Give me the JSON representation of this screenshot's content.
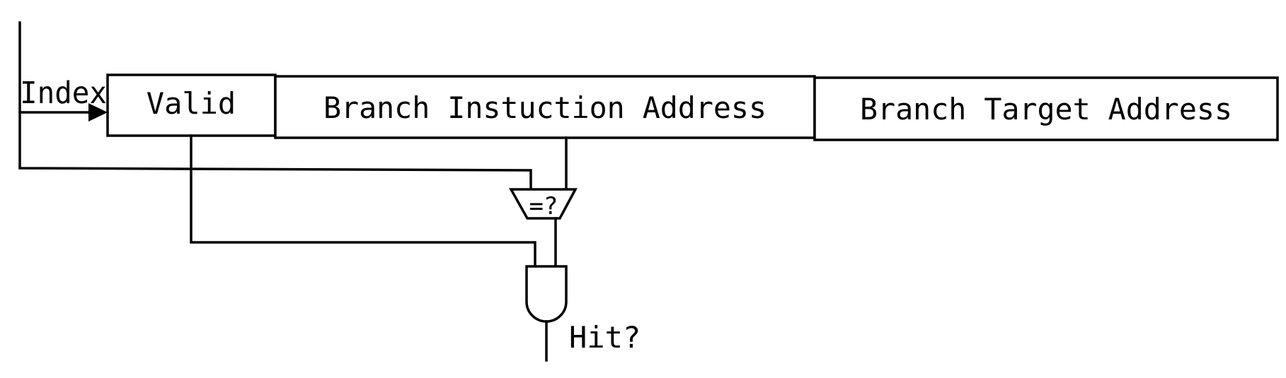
{
  "diagram": {
    "index_label": "Index",
    "fields": {
      "valid": "Valid",
      "branch_instruction_address": "Branch Instuction Address",
      "branch_target_address": "Branch Target Address"
    },
    "comparator_label": "=?",
    "output_label": "Hit?"
  }
}
